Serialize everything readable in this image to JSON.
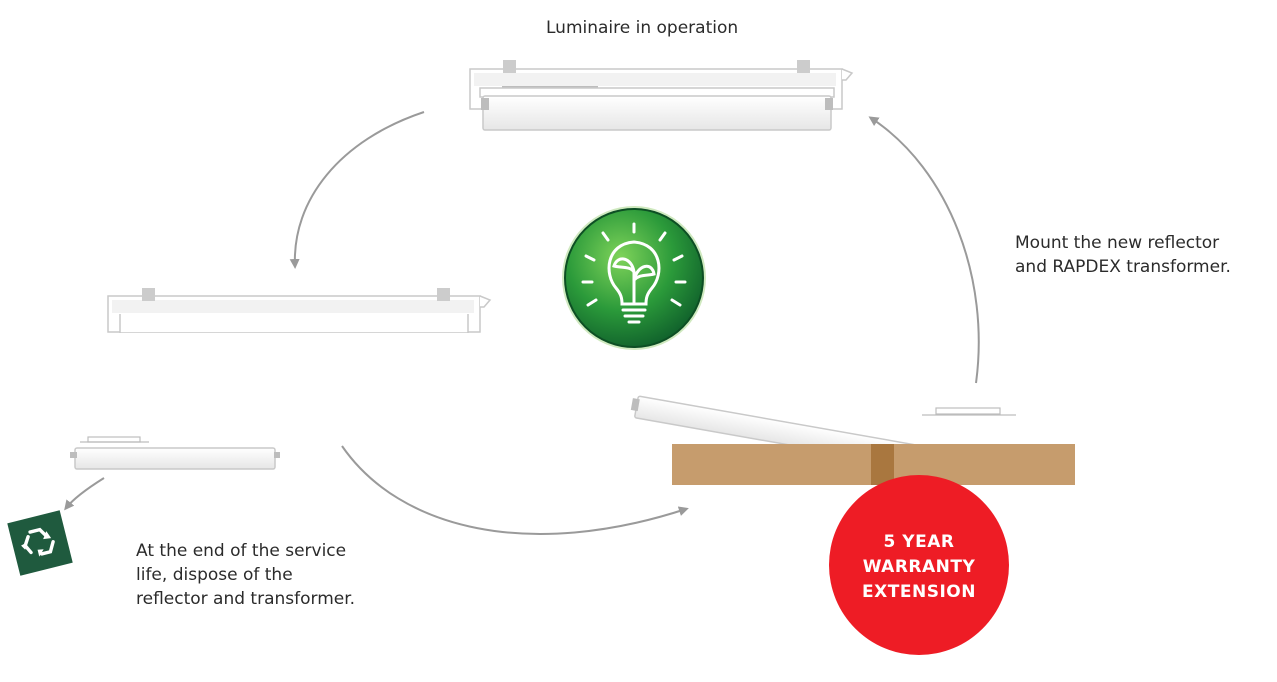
{
  "labels": {
    "top": "Luminaire in operation",
    "mount": [
      "Mount the new reflector",
      "and RAPDEX transformer."
    ],
    "dispose": [
      "At the end of the service",
      "life, dispose of the",
      "reflector and transformer."
    ]
  },
  "warranty": {
    "lines": [
      "5 YEAR",
      "WARRANTY",
      "EXTENSION"
    ]
  },
  "colors": {
    "warranty_red": "#ee1c25",
    "box_brown": "#c69c6d",
    "box_tape": "#a9773f",
    "bulb_green": "#1d8a3a",
    "recycle_green": "#1f5a3e",
    "arrow_gray": "#9a9a9a"
  },
  "icons": {
    "bulb": "eco-lightbulb-icon",
    "recycle": "recycle-icon"
  }
}
